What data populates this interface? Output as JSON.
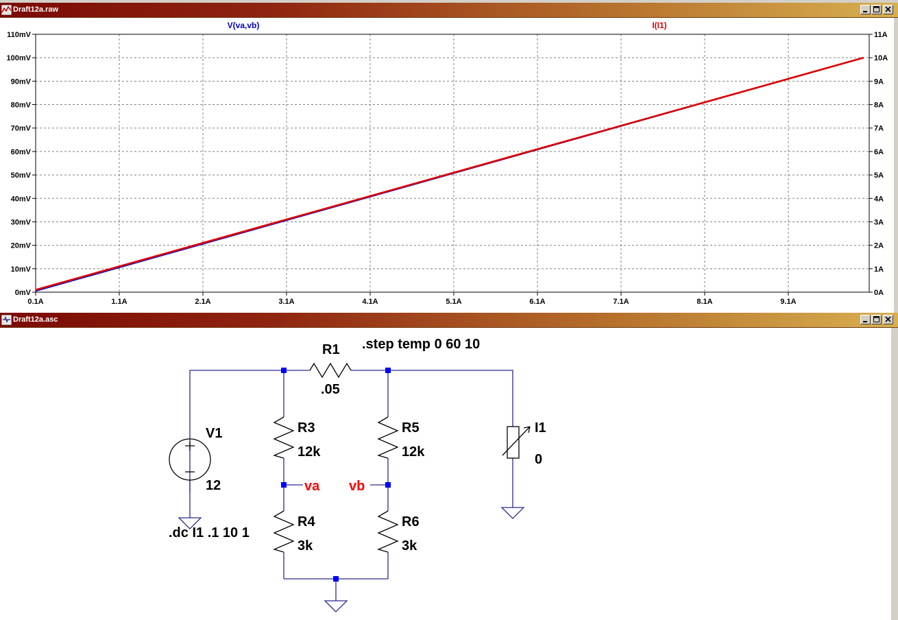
{
  "plot_window": {
    "title": "Draft12a.raw",
    "trace_v": "V(va,vb)",
    "trace_i": "I(I1)"
  },
  "schematic_window": {
    "title": "Draft12a.asc"
  },
  "chart_data": {
    "type": "line",
    "title": "",
    "xlabel": "",
    "ylabel": "",
    "x_ticks": [
      "0.1A",
      "1.1A",
      "2.1A",
      "3.1A",
      "4.1A",
      "5.1A",
      "6.1A",
      "7.1A",
      "8.1A",
      "9.1A"
    ],
    "y_left_ticks": [
      "0mV",
      "10mV",
      "20mV",
      "30mV",
      "40mV",
      "50mV",
      "60mV",
      "70mV",
      "80mV",
      "90mV",
      "100mV",
      "110mV"
    ],
    "y_right_ticks": [
      "0A",
      "1A",
      "2A",
      "3A",
      "4A",
      "5A",
      "6A",
      "7A",
      "8A",
      "9A",
      "10A",
      "11A"
    ],
    "xlim": [
      0.1,
      10
    ],
    "ylim_left_mV": [
      0,
      110
    ],
    "ylim_right_A": [
      0,
      11
    ],
    "grid": true,
    "series": [
      {
        "name": "V(va,vb)",
        "axis": "left",
        "color": "#0000cc",
        "x": [
          0.1,
          10
        ],
        "y": [
          0.5,
          100
        ]
      },
      {
        "name": "I(I1)",
        "axis": "right",
        "color": "#dd0000",
        "x": [
          0.1,
          10
        ],
        "y": [
          0.1,
          10
        ]
      }
    ]
  },
  "schematic": {
    "directive_step": ".step temp 0 60 10",
    "directive_dc": ".dc I1 .1 10 1",
    "net_va": "va",
    "net_vb": "vb",
    "components": {
      "r1": {
        "name": "R1",
        "value": ".05"
      },
      "r3": {
        "name": "R3",
        "value": "12k"
      },
      "r4": {
        "name": "R4",
        "value": "3k"
      },
      "r5": {
        "name": "R5",
        "value": "12k"
      },
      "r6": {
        "name": "R6",
        "value": "3k"
      },
      "v1": {
        "name": "V1",
        "value": "12"
      },
      "i1": {
        "name": "I1",
        "value": "0"
      }
    }
  },
  "colors": {
    "wire": "#2a2a8a",
    "junction": "#0000ff",
    "net_label": "#ff0000",
    "grid": "#808080"
  }
}
